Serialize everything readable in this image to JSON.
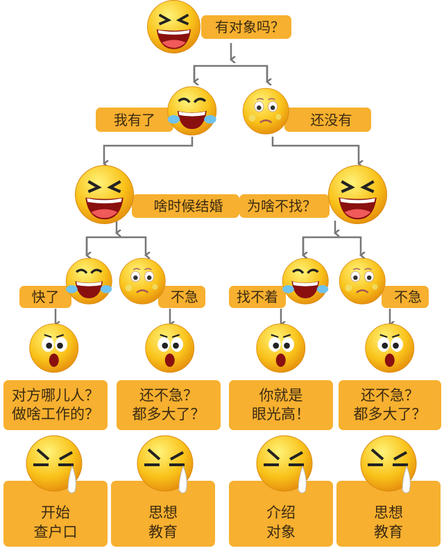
{
  "root": {
    "label": "有对象吗？"
  },
  "level2": [
    {
      "label": "我有了"
    },
    {
      "label": "还没有"
    }
  ],
  "level3": [
    {
      "label": "啥时候结婚"
    },
    {
      "label": "为啥不找？"
    }
  ],
  "level4": [
    {
      "label": "快了"
    },
    {
      "label": "不急"
    },
    {
      "label": "找不着"
    },
    {
      "label": "不急"
    }
  ],
  "level5": [
    {
      "label": "对方哪儿人？\n做啥工作的？"
    },
    {
      "label": "还不急？\n都多大了？"
    },
    {
      "label": "你就是\n眼光高！"
    },
    {
      "label": "还不急？\n都多大了？"
    }
  ],
  "level6": [
    {
      "label": "开始\n查户口"
    },
    {
      "label": "思想\n教育"
    },
    {
      "label": "介绍\n对象"
    },
    {
      "label": "思想\n教育"
    }
  ],
  "colors": {
    "box": "#F7B02F",
    "line": "#777777",
    "face": "#F9C21A"
  }
}
